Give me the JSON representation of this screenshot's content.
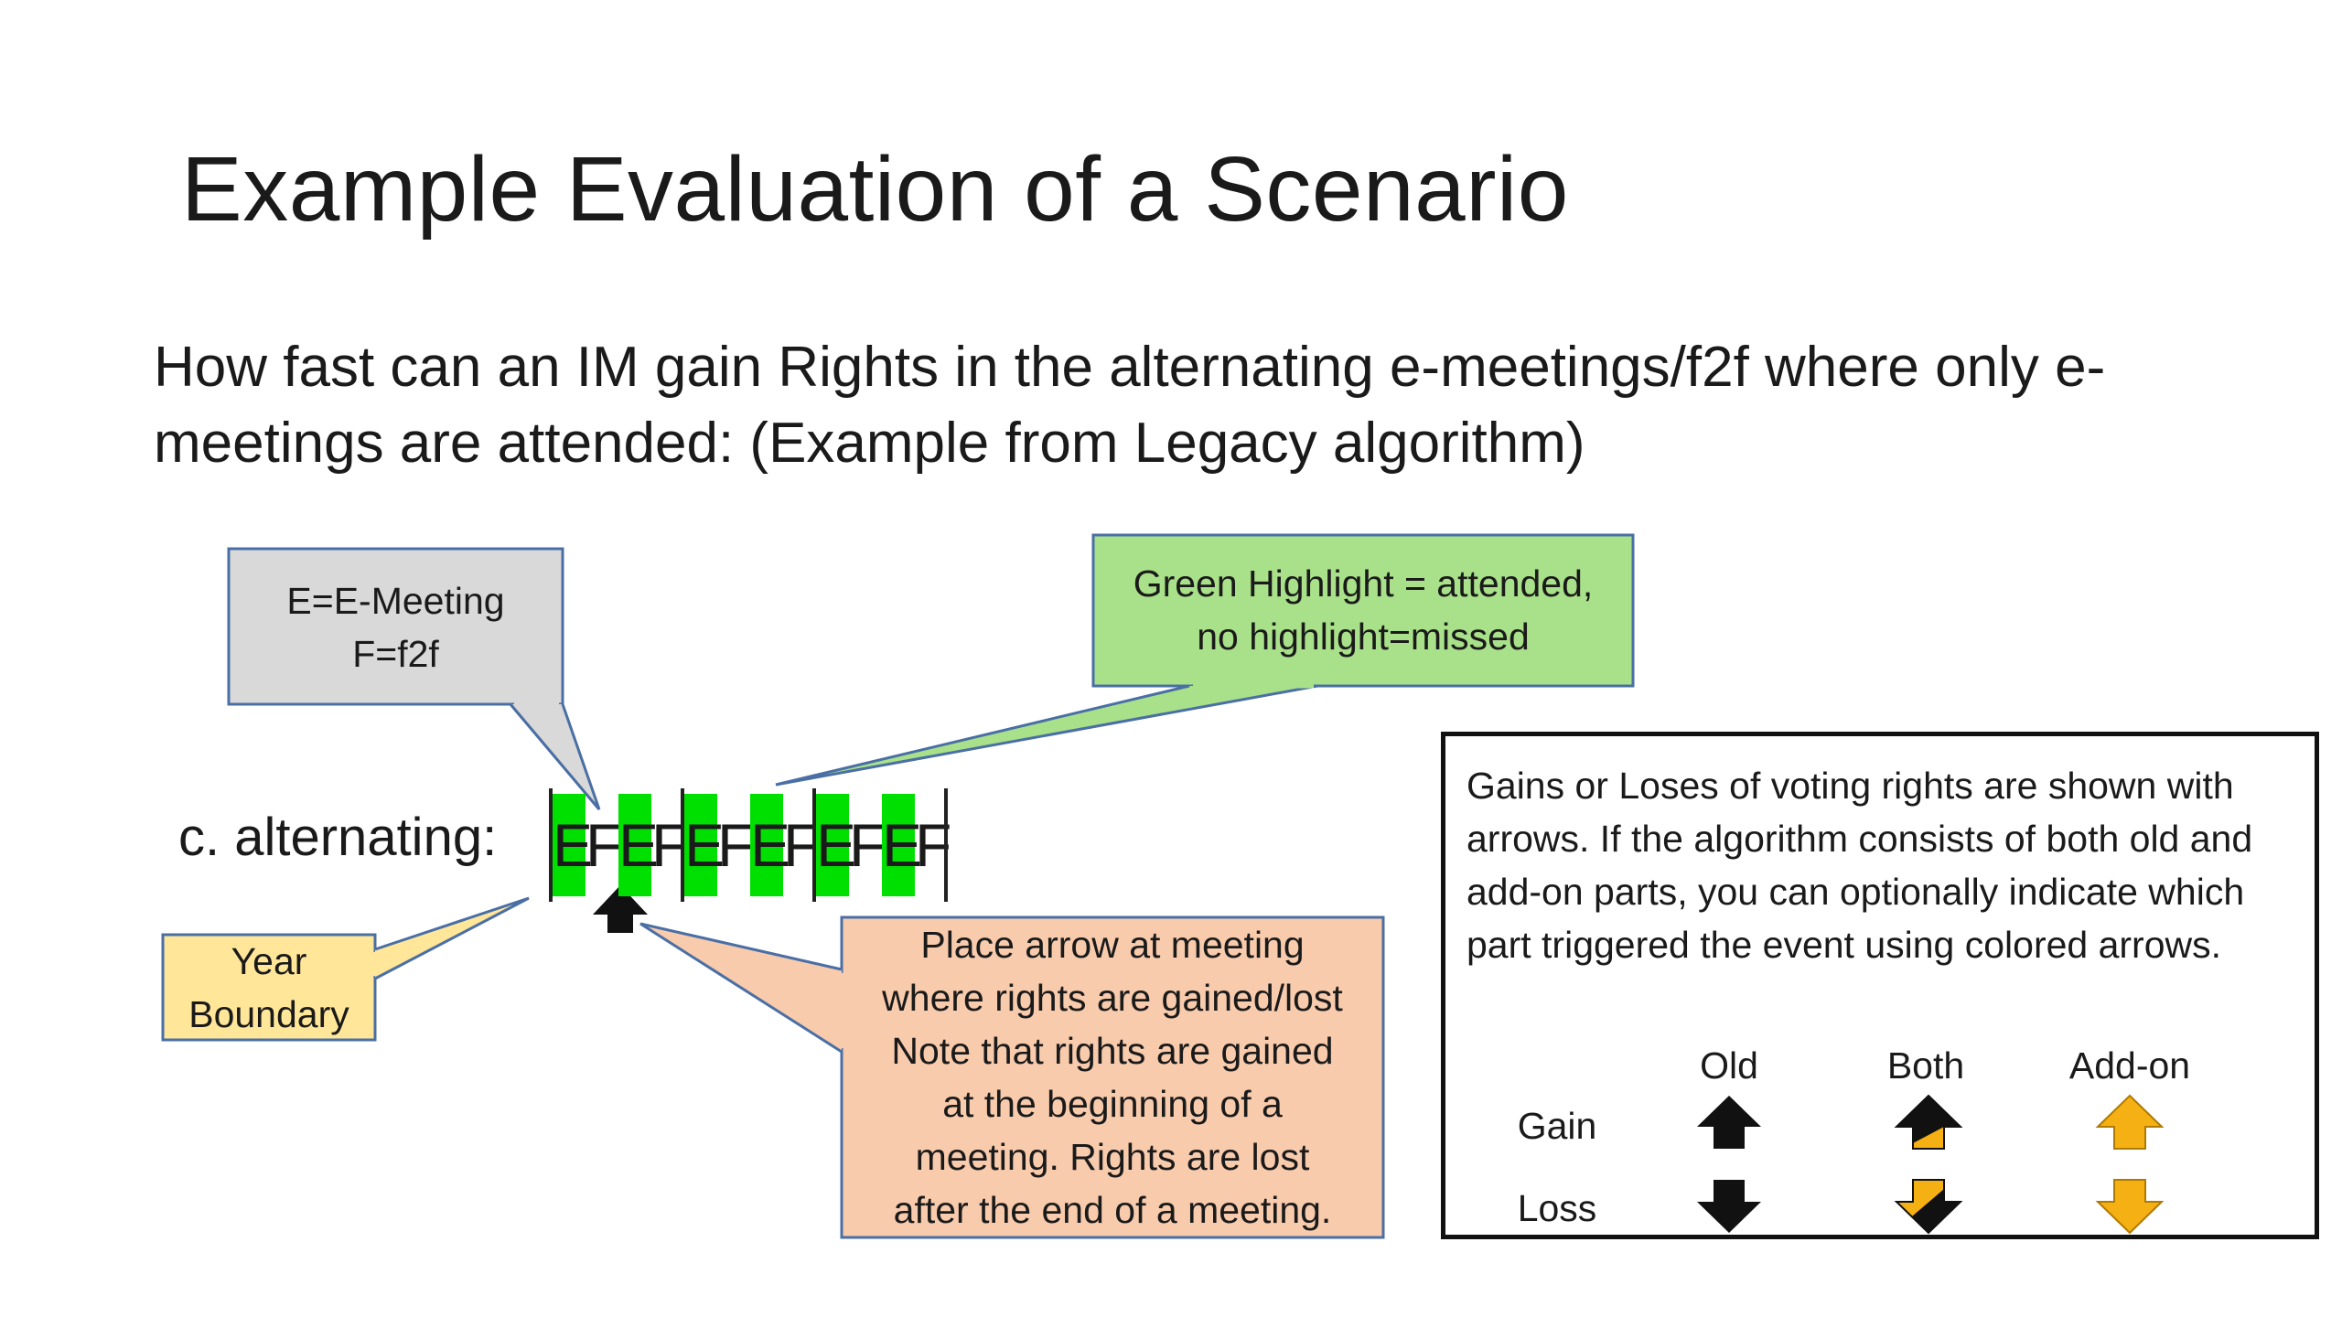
{
  "title": "Example Evaluation of a Scenario",
  "question": "How fast can an IM gain Rights in the alternating e-meetings/f2f  where only e-meetings are attended: (Example from Legacy algorithm)",
  "callouts": {
    "key": {
      "line1": "E=E-Meeting",
      "line2": "F=f2f"
    },
    "highlight": {
      "line1": "Green Highlight = attended,",
      "line2": "no highlight=missed"
    },
    "year": {
      "line1": "Year",
      "line2": "Boundary"
    },
    "arrow": {
      "line1": "Place arrow at meeting",
      "line2": "where rights are gained/lost",
      "line3": "Note that rights are gained",
      "line4": "at the beginning of a",
      "line5": "meeting.  Rights are lost",
      "line6": "after the end of a meeting."
    }
  },
  "sequence": {
    "label": "c. alternating:",
    "letters": [
      "E",
      "F",
      "E",
      "F",
      "E",
      "F",
      "E",
      "F",
      "E",
      "F",
      "E",
      "F"
    ],
    "attended": [
      true,
      false,
      true,
      false,
      true,
      false,
      true,
      false,
      true,
      false,
      true,
      false
    ],
    "highlight_color": "#00e000"
  },
  "legend": {
    "text": "Gains or Loses of voting rights are shown with arrows.  If the algorithm consists of both old and add-on parts, you can optionally indicate which part triggered the event using colored arrows.",
    "columns": [
      "Old",
      "Both",
      "Add-on"
    ],
    "rows": [
      "Gain",
      "Loss"
    ]
  },
  "colors": {
    "callout_gray": "#d9d9d9",
    "callout_green": "#a9e08a",
    "callout_yellow": "#ffe699",
    "callout_orange": "#f8cbad",
    "callout_border": "#4a6fa5",
    "arrow_black": "#111111",
    "arrow_orange": "#f5b114"
  }
}
